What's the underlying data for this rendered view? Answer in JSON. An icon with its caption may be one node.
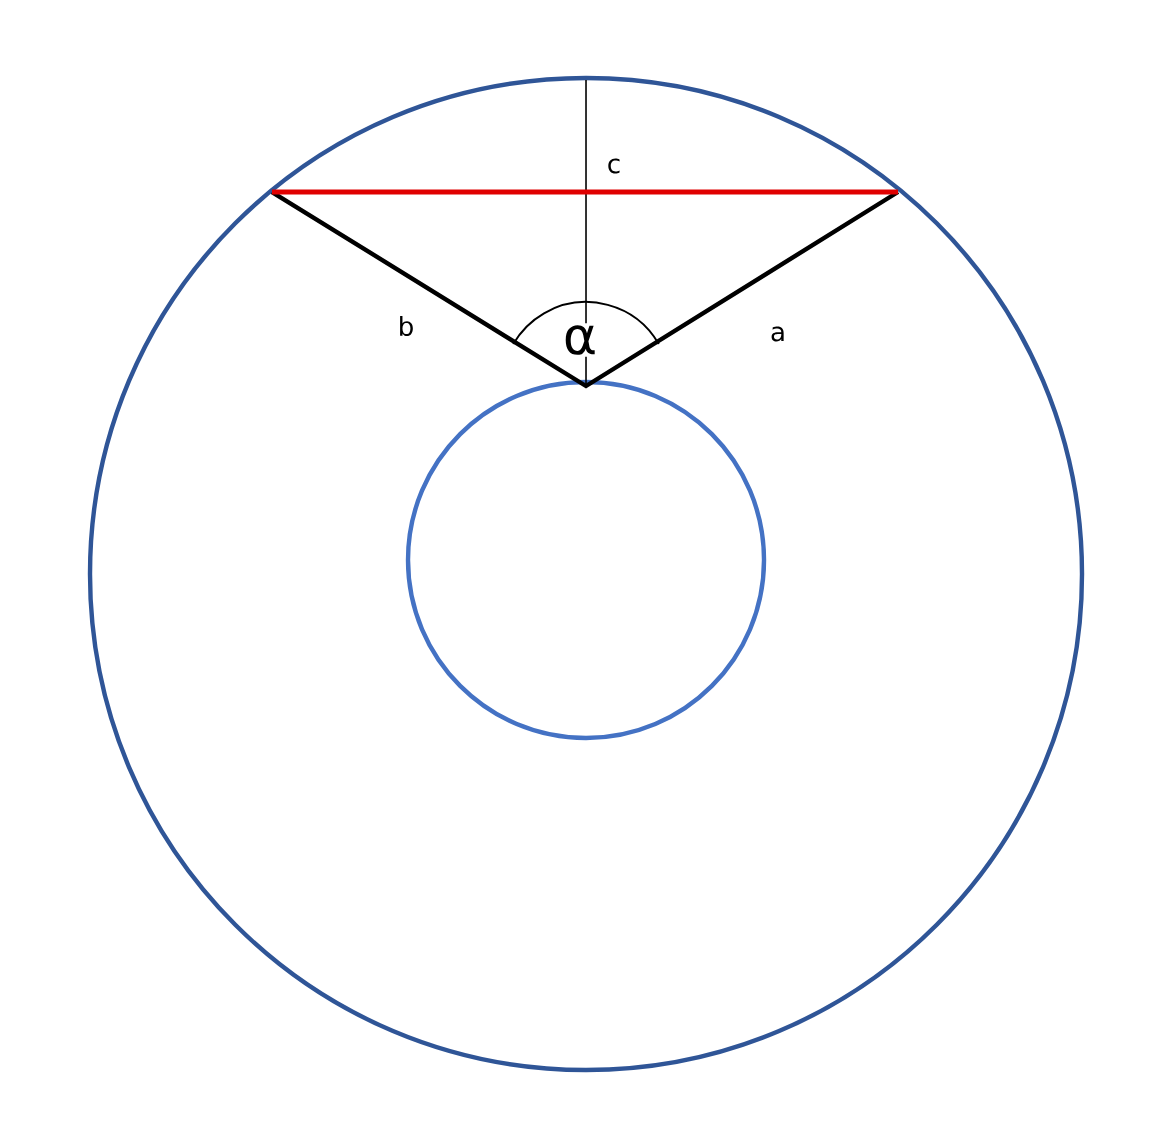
{
  "diagram": {
    "nodes": [
      {
        "text": [],
        "shape": "circle"
      },
      {
        "text": [],
        "shape": "circle",
        "in": 0
      }
    ],
    "labels": [
      "c",
      "b",
      "a",
      "α"
    ]
  }
}
